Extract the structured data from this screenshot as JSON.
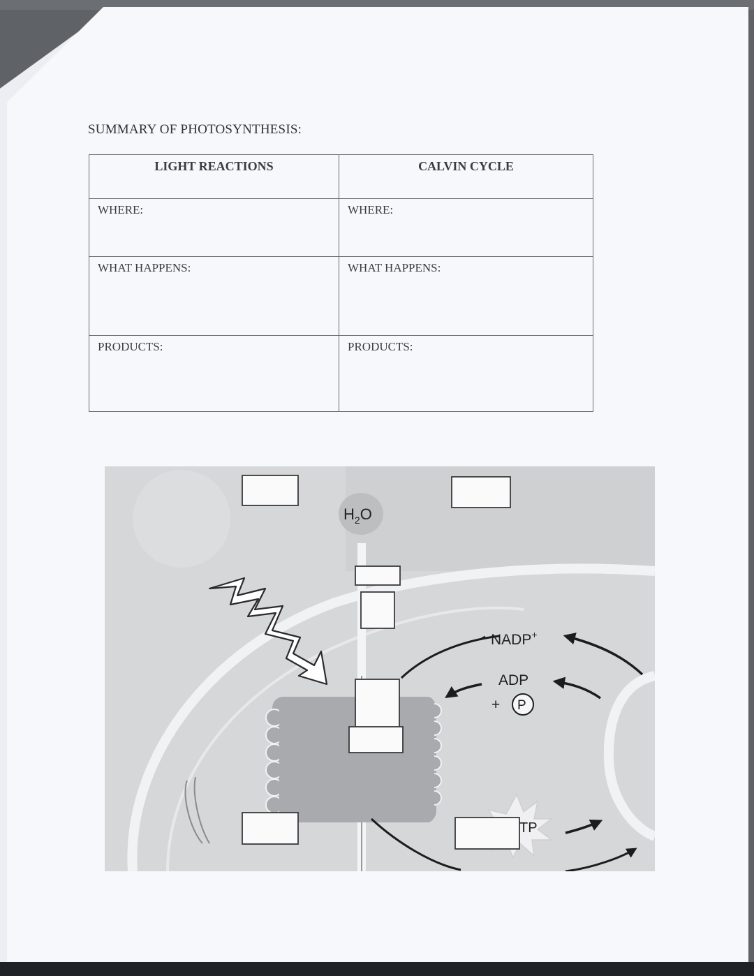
{
  "document": {
    "title": "SUMMARY OF PHOTOSYNTHESIS:"
  },
  "summary_table": {
    "headers": [
      "LIGHT REACTIONS",
      "CALVIN CYCLE"
    ],
    "rows": [
      [
        "WHERE:",
        "WHERE:"
      ],
      [
        "WHAT HAPPENS:",
        "WHAT HAPPENS:"
      ],
      [
        "PRODUCTS:",
        "PRODUCTS:"
      ]
    ]
  },
  "diagram": {
    "water_label": "H",
    "water_sub": "2",
    "water_tail": "O",
    "nadp_label": "NADP",
    "nadp_sup": "+",
    "adp_label": "ADP",
    "plus_sign": "+",
    "phosphate_label": "P",
    "atp_partial_label": "TP",
    "colors": {
      "background": "#d6d7d9",
      "grana": "#a9aaad",
      "membrane": "#f1f2f4",
      "arrow": "#1c1c1e",
      "blank_box": "#fafafa"
    }
  }
}
